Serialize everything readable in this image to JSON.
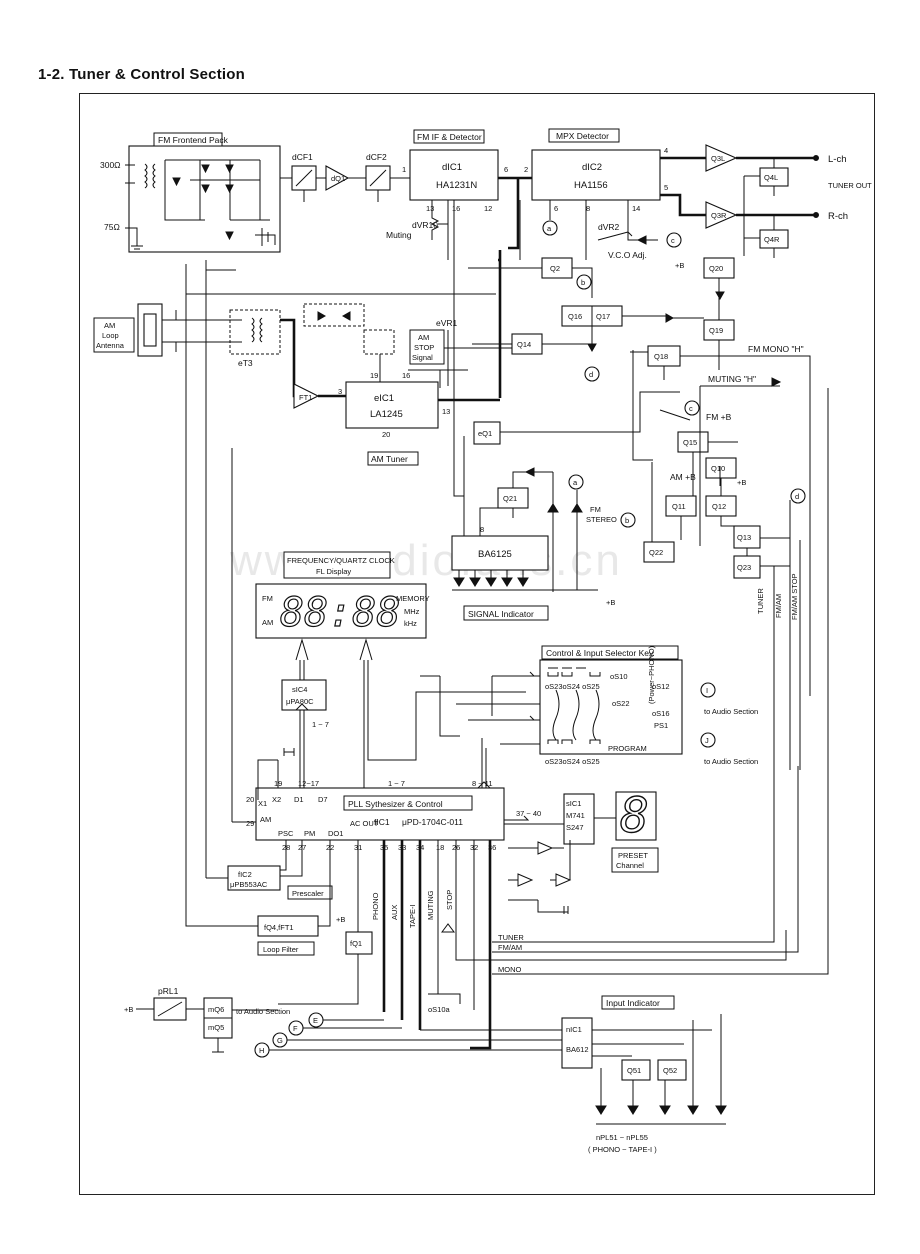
{
  "title": "1-2.  Tuner & Control Section",
  "watermark": "www.radiofans.cn",
  "blocks": {
    "fm_frontend": {
      "label": "FM Frontend Pack",
      "ohm300": "300Ω",
      "ohm75": "75Ω"
    },
    "dcf1": "dCF1",
    "dq1": "dQ1",
    "dcf2": "dCF2",
    "fm_if": {
      "label": "FM IF & Detector",
      "chip": "dIC1",
      "part": "HA1231N",
      "pin1": "1",
      "pin6": "6",
      "pin13": "13",
      "pin16": "16",
      "pin12": "12"
    },
    "mpx": {
      "label": "MPX Detector",
      "chip": "dIC2",
      "part": "HA1156",
      "pin2": "2",
      "pin4": "4",
      "pin5": "5",
      "pin6": "6",
      "pin8": "8",
      "pin14": "14"
    },
    "dvr10": "dVR10",
    "muting": "Muting",
    "dvr2": "dVR2",
    "vco": "V.C.O Adj.",
    "am_loop": "AM Loop Antenna",
    "et3": "eT3",
    "evr1": "eVR1",
    "am_stop": "AM STOP Signal",
    "ft1": "FT1",
    "am_ic": {
      "chip": "eIC1",
      "part": "LA1245",
      "pin3": "3",
      "pin13": "13",
      "pin16": "16",
      "pin19": "19",
      "pin20": "20"
    },
    "am_tuner": "AM Tuner",
    "eq1": "eQ1",
    "ba6125": "BA6125",
    "signal_indicator": "SIGNAL Indicator",
    "pin8": "8",
    "plus_b": "+B",
    "fm_stereo": "FM STEREO",
    "display": {
      "label1": "FREQUENCY/QUARTZ CLOCK",
      "label2": "FL Display",
      "fm": "FM",
      "am": "AM",
      "memory": "MEMORY",
      "mhz": "MHz",
      "khz": "kHz",
      "digits": "88:88"
    },
    "sic4": {
      "chip": "sIC4",
      "part": "μPA80C"
    },
    "range_1_7": "1 ~ 7",
    "range_8_11": "8 ~ 11",
    "range_37_40": "37 ~ 40",
    "pll": {
      "label": "PLL Sythesizer & Control",
      "chip": "fIC1",
      "part": "μPD-1704C-011",
      "x1": "X1",
      "x2": "X2",
      "d1": "D1",
      "d7": "D7",
      "am": "AM",
      "psc": "PSC",
      "pm": "PM",
      "do1": "DO1",
      "ac_out": "AC OUT",
      "p19": "19",
      "p20": "20",
      "p29": "29",
      "p12_17": "12~17",
      "p28": "28",
      "p27": "27",
      "p22": "22",
      "p31": "31",
      "p35": "35",
      "p33": "33",
      "p34": "34",
      "p18": "18",
      "p26": "26",
      "p32": "32",
      "p36": "36"
    },
    "fic2": {
      "chip": "fIC2",
      "part": "μPB553AC",
      "label": "Prescaler"
    },
    "loop_filter": {
      "chip": "fQ4,fFT1",
      "label": "Loop Filter"
    },
    "fq1": "fQ1",
    "sic1": {
      "chip": "sIC1",
      "part1": "M741",
      "part2": "S247"
    },
    "preset": {
      "digit": "8",
      "label1": "PRESET",
      "label2": "Channel"
    },
    "control_key": {
      "label": "Control & Input Selector Key",
      "top": "oS23oS24 oS25",
      "bottom": "oS23oS24 oS25",
      "s10": "oS10",
      "s12": "oS12",
      "s22": "oS22",
      "s16": "oS16",
      "ps1": "PS1",
      "power": "(Power~PHONO)",
      "program": "PROGRAM",
      "to_audio": "to Audio Section"
    },
    "vertical_labels": {
      "phono": "PHONO",
      "aux": "AUX",
      "tape": "TAPE-I",
      "muting": "MUTING",
      "stop": "STOP",
      "tuner": "TUNER",
      "fmam": "FM/AM",
      "fmamstop": "FM/AM STOP"
    },
    "bus_labels": {
      "tuner": "TUNER",
      "fmam": "FM/AM",
      "mono": "MONO"
    },
    "relay": {
      "label": "pRL1",
      "plus_b": "+B",
      "mq6": "mQ6",
      "mq5": "mQ5",
      "to_audio": "to Audio Section"
    },
    "s10a": "oS10a",
    "input_indicator": {
      "label": "Input Indicator",
      "chip": "nIC1",
      "part": "BA612",
      "q51": "Q51",
      "q52": "Q52",
      "npl1": "nPL51 ~ nPL55",
      "npl2": "( PHONO ~ TAPE-I )"
    },
    "outputs": {
      "lch": "L-ch",
      "rch": "R-ch",
      "tuner_out": "TUNER OUT"
    },
    "fm_mono": "FM MONO \"H\"",
    "muting_h": "MUTING \"H\"",
    "fm_plus_b": "FM +B",
    "am_plus_b": "AM +B"
  },
  "transistors": [
    "Q3L",
    "Q3R",
    "Q4L",
    "Q4R",
    "Q2",
    "Q20",
    "Q16",
    "Q17",
    "Q19",
    "Q14",
    "Q18",
    "Q15",
    "Q10",
    "Q11",
    "Q12",
    "Q13",
    "Q23",
    "Q22",
    "Q21"
  ],
  "connectors": [
    "a",
    "b",
    "c",
    "d",
    "c",
    "b",
    "a",
    "d",
    "I",
    "J",
    "E",
    "F",
    "G",
    "H"
  ]
}
